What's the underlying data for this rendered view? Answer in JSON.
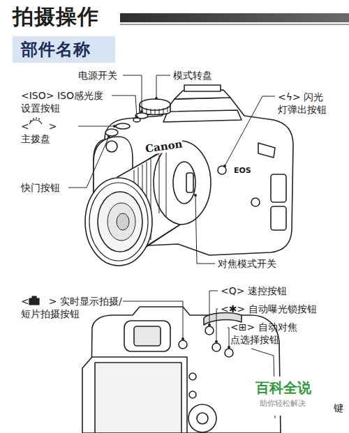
{
  "diagram": {
    "title": "拍摄操作",
    "nodes": [
      {
        "text": [
          "部件名称"
        ]
      }
    ],
    "labels": [
      "电源开关",
      "模式转盘",
      "<ISO> ISO感光度设置按钮",
      "<ϟ> 闪光灯弹出按钮",
      "<　　> 主拨盘",
      "Canon",
      "EOS",
      "快门按钮",
      "对焦模式开关",
      "<Q> 速控按钮",
      "<✱> 自动曝光锁按钮",
      "<⊞> 自动对焦点选择按钮",
      "<　　> 实时显示拍摄/短片拍摄按钮",
      "百科全说",
      "助你轻松解决",
      "键"
    ]
  }
}
